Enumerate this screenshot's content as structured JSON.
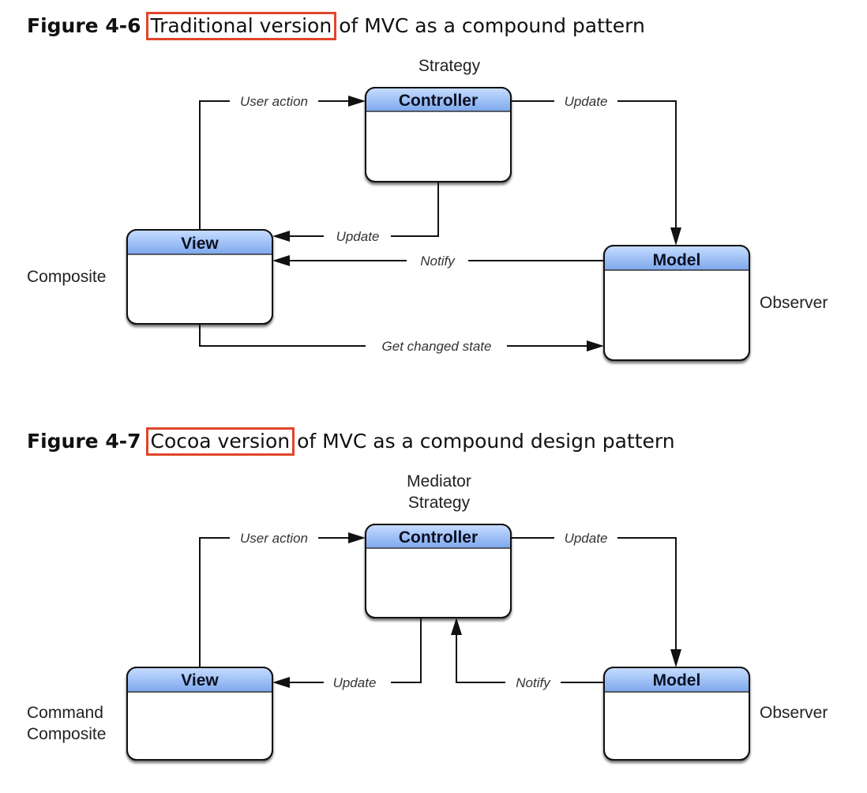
{
  "figures": [
    {
      "number": "Figure 4-6",
      "highlight": "Traditional version",
      "rest": "of MVC as a compound pattern",
      "nodes": {
        "controller": "Controller",
        "view": "View",
        "model": "Model"
      },
      "roles": {
        "controller": [
          "Strategy"
        ],
        "view": [
          "Composite"
        ],
        "model": [
          "Observer"
        ]
      },
      "edges": {
        "user_action": "User action",
        "controller_to_model": "Update",
        "controller_to_view": "Update",
        "model_notify_view": "Notify",
        "view_get_state": "Get changed state"
      }
    },
    {
      "number": "Figure 4-7",
      "highlight": "Cocoa version",
      "rest": "of MVC as a compound design pattern",
      "nodes": {
        "controller": "Controller",
        "view": "View",
        "model": "Model"
      },
      "roles": {
        "controller": [
          "Mediator",
          "Strategy"
        ],
        "view": [
          "Command",
          "Composite"
        ],
        "model": [
          "Observer"
        ]
      },
      "edges": {
        "user_action": "User action",
        "controller_to_model": "Update",
        "controller_to_view": "Update",
        "model_notify_controller": "Notify"
      }
    }
  ],
  "colors": {
    "highlight_border": "#e0452b",
    "header_top": "#c4dcff",
    "header_bottom": "#7da7ec",
    "box_stroke": "#111111"
  }
}
